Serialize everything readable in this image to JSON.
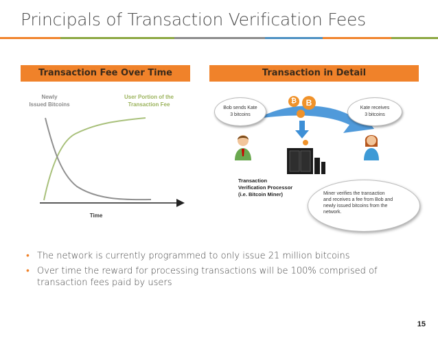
{
  "slide": {
    "title": "Principals of Transaction Verification Fees",
    "page_number": "15",
    "stripe_colors": [
      "#f0822a",
      "#8aa63f",
      "#888888",
      "#4a8fc2",
      "#f0822a",
      "#8aa63f"
    ]
  },
  "left_panel": {
    "header": "Transaction Fee Over Time",
    "newly_issued_label_line1": "Newly",
    "newly_issued_label_line2": "Issued Bitcoins",
    "user_portion_label_line1": "User Portion of the",
    "user_portion_label_line2": "Transaction Fee",
    "x_axis_label": "Time",
    "newly_issued_color": "#888888",
    "user_portion_color": "#a8c07a"
  },
  "right_panel": {
    "header": "Transaction in Detail",
    "bob_bubble_line1": "Bob sends Kate",
    "bob_bubble_line2": "3 bitcoins",
    "kate_bubble_line1": "Kate receives",
    "kate_bubble_line2": "3 bitcoins",
    "processor_line1": "Transaction",
    "processor_line2": "Verification Processor",
    "processor_line3": "(i.e. Bitcoin Miner)",
    "miner_bubble_line1": "Miner verifies the transaction",
    "miner_bubble_line2": "and receives a fee from Bob and",
    "miner_bubble_line3": "newly issued bitcoins from the",
    "miner_bubble_line4": "network.",
    "coin_symbol": "₿",
    "coin_b": "B",
    "arrow_color": "#3d8fd6",
    "coin_color": "#f0922a"
  },
  "bullets": [
    "The network is currently programmed to only issue 21 million bitcoins",
    "Over time the reward for processing transactions will be 100% comprised of transaction fees paid by users"
  ]
}
